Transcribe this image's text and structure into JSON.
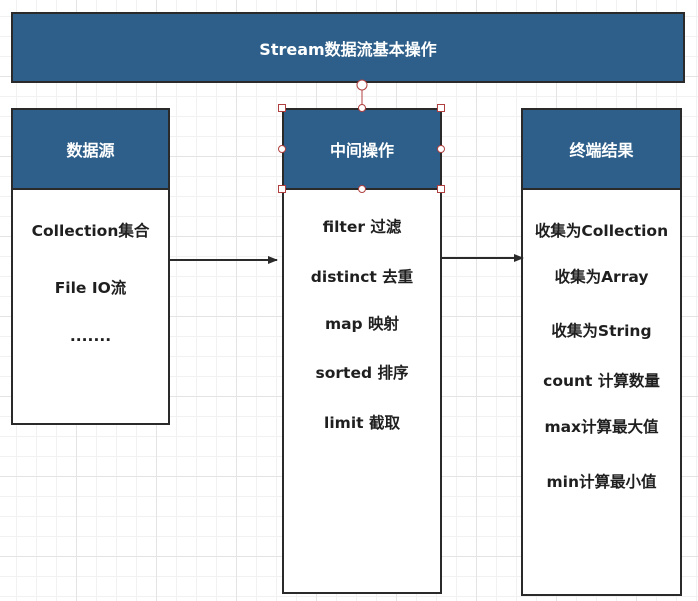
{
  "diagram": {
    "title": "Stream数据流基本操作",
    "columns": [
      {
        "header": "数据源",
        "items": [
          "Collection集合",
          "File IO流",
          "......."
        ]
      },
      {
        "header": "中间操作",
        "items": [
          "filter 过滤",
          "distinct 去重",
          "map 映射",
          "sorted 排序",
          "limit 截取"
        ]
      },
      {
        "header": "终端结果",
        "items": [
          "收集为Collection",
          "收集为Array",
          "收集为String",
          "count 计算数量",
          "max计算最大值",
          "min计算最小值"
        ]
      }
    ],
    "colors": {
      "header_fill": "#2e5f8a",
      "border": "#2a2a2a",
      "selection_handle": "#b04040"
    }
  }
}
